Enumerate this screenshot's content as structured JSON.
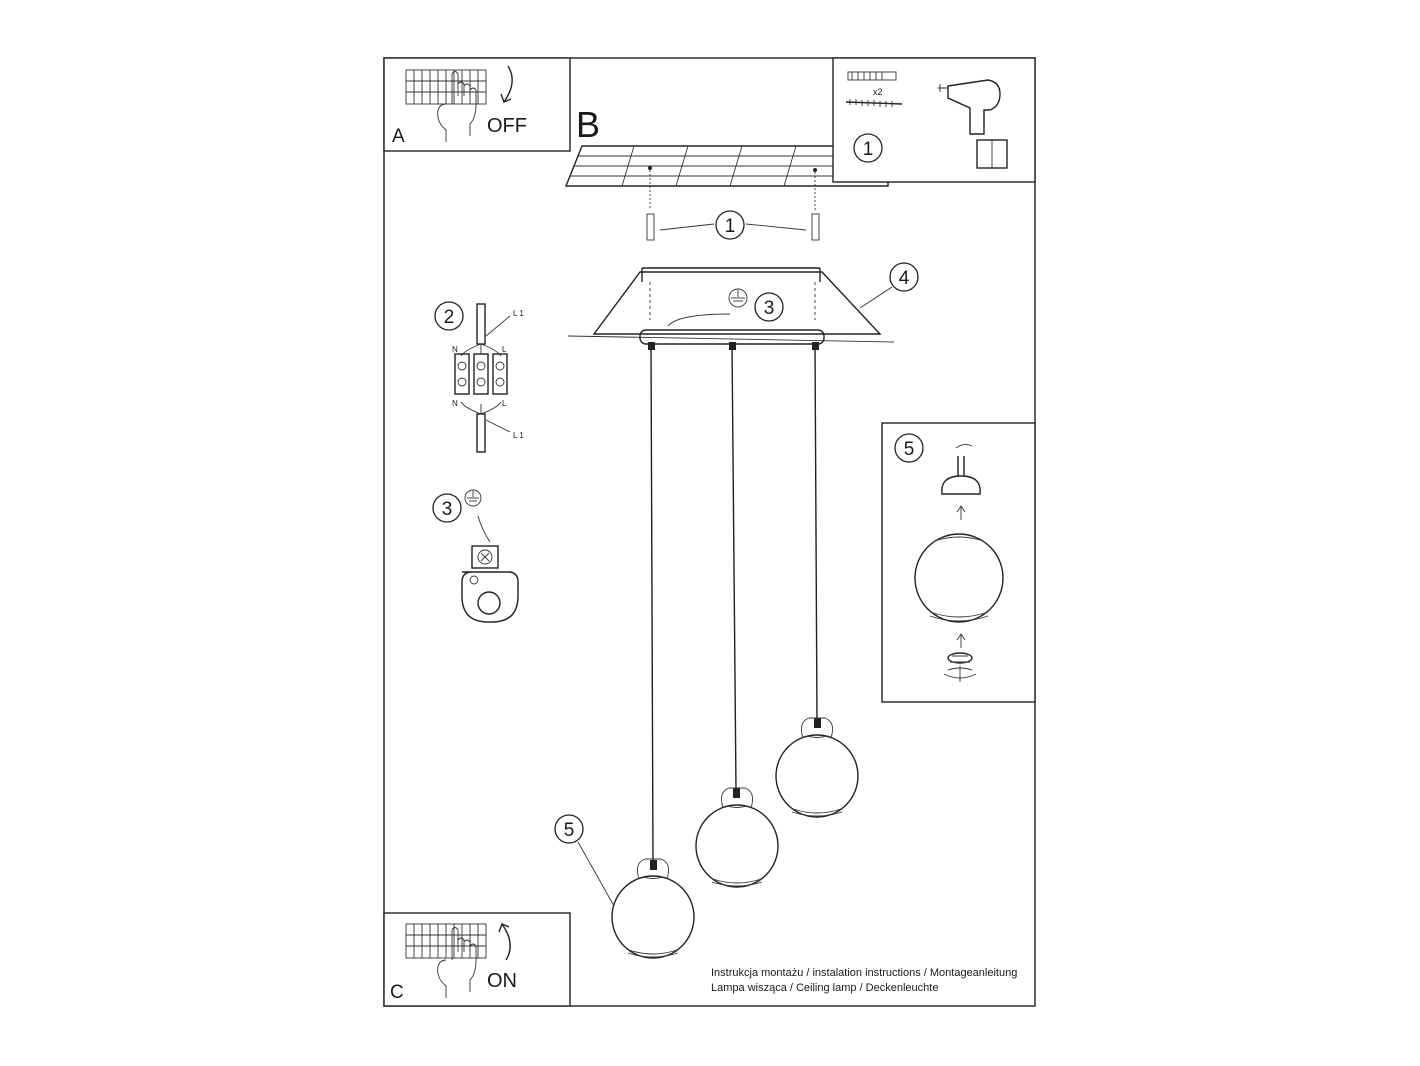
{
  "panels": {
    "a": {
      "letter": "A",
      "action": "OFF"
    },
    "b": {
      "letter": "B"
    },
    "c": {
      "letter": "C",
      "action": "ON"
    }
  },
  "tools": {
    "qty": "x2",
    "step": "1"
  },
  "callouts": {
    "screw": "1",
    "connector": "2",
    "ground": "3",
    "canopy": "4",
    "shade": "5"
  },
  "connector_labels": {
    "l1_top": "L 1",
    "n_top": "N",
    "l_top": "L",
    "n_bottom": "N",
    "l_bottom": "L",
    "l1_bottom": "L 1"
  },
  "footer": {
    "line1": "Instrukcja montażu / instalation instructions / Montageanleitung",
    "line2": "Lampa wisząca / Ceiling lamp / Deckenleuchte"
  },
  "icons": [
    "breaker-panel-icon",
    "hand-icon",
    "drill-icon",
    "wall-plug-icon",
    "screw-icon",
    "ground-symbol-icon",
    "rotate-arrow-icon"
  ]
}
